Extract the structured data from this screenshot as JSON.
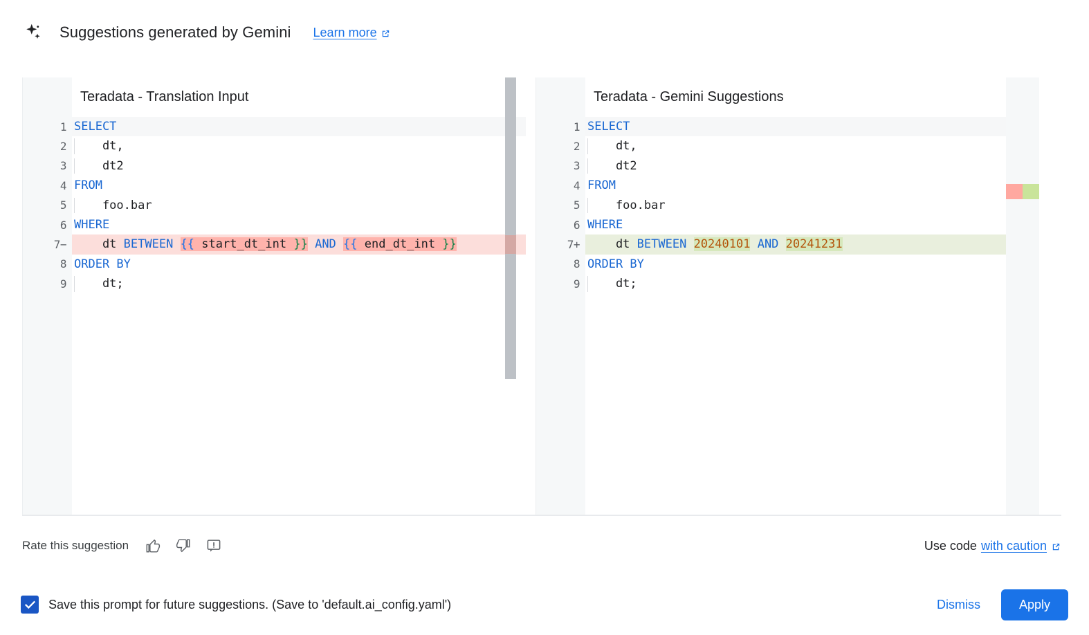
{
  "header": {
    "icon": "sparkle-icon",
    "title": "Suggestions generated by Gemini",
    "learn_more": "Learn more",
    "learn_more_icon": "external-link-icon"
  },
  "diff": {
    "left": {
      "title": "Teradata - Translation Input",
      "lines": [
        {
          "no": "1",
          "marker": "",
          "state": "cur",
          "indent": false,
          "tokens": [
            {
              "t": "SELECT",
              "c": "kw"
            }
          ]
        },
        {
          "no": "2",
          "marker": "",
          "state": "",
          "indent": true,
          "tokens": [
            {
              "t": "    dt,",
              "c": "plain"
            }
          ]
        },
        {
          "no": "3",
          "marker": "",
          "state": "",
          "indent": true,
          "tokens": [
            {
              "t": "    dt2",
              "c": "plain"
            }
          ]
        },
        {
          "no": "4",
          "marker": "",
          "state": "",
          "indent": false,
          "tokens": [
            {
              "t": "FROM",
              "c": "kw"
            }
          ]
        },
        {
          "no": "5",
          "marker": "",
          "state": "",
          "indent": true,
          "tokens": [
            {
              "t": "    foo.bar",
              "c": "plain"
            }
          ]
        },
        {
          "no": "6",
          "marker": "",
          "state": "",
          "indent": false,
          "tokens": [
            {
              "t": "WHERE",
              "c": "kw"
            }
          ]
        },
        {
          "no": "7",
          "marker": "−",
          "state": "del",
          "indent": false,
          "tokens": [
            {
              "t": "    dt ",
              "c": "plain"
            },
            {
              "t": "BETWEEN",
              "c": "kw"
            },
            {
              "t": " ",
              "c": "plain"
            },
            {
              "t": "{{",
              "c": "brace-o",
              "hl": "del"
            },
            {
              "t": " start_dt_int ",
              "c": "plain",
              "hl": "del"
            },
            {
              "t": "}}",
              "c": "brace-c",
              "hl": "del"
            },
            {
              "t": " ",
              "c": "plain"
            },
            {
              "t": "AND",
              "c": "kw"
            },
            {
              "t": " ",
              "c": "plain"
            },
            {
              "t": "{{",
              "c": "brace-o",
              "hl": "del"
            },
            {
              "t": " end_dt_int ",
              "c": "plain",
              "hl": "del"
            },
            {
              "t": "}}",
              "c": "brace-c",
              "hl": "del"
            }
          ]
        },
        {
          "no": "8",
          "marker": "",
          "state": "",
          "indent": false,
          "tokens": [
            {
              "t": "ORDER BY",
              "c": "kw"
            }
          ]
        },
        {
          "no": "9",
          "marker": "",
          "state": "",
          "indent": true,
          "tokens": [
            {
              "t": "    dt;",
              "c": "plain"
            }
          ]
        }
      ]
    },
    "right": {
      "title": "Teradata - Gemini Suggestions",
      "lines": [
        {
          "no": "1",
          "marker": "",
          "state": "cur",
          "indent": false,
          "tokens": [
            {
              "t": "SELECT",
              "c": "kw"
            }
          ]
        },
        {
          "no": "2",
          "marker": "",
          "state": "",
          "indent": true,
          "tokens": [
            {
              "t": "    dt,",
              "c": "plain"
            }
          ]
        },
        {
          "no": "3",
          "marker": "",
          "state": "",
          "indent": true,
          "tokens": [
            {
              "t": "    dt2",
              "c": "plain"
            }
          ]
        },
        {
          "no": "4",
          "marker": "",
          "state": "",
          "indent": false,
          "tokens": [
            {
              "t": "FROM",
              "c": "kw"
            }
          ]
        },
        {
          "no": "5",
          "marker": "",
          "state": "",
          "indent": true,
          "tokens": [
            {
              "t": "    foo.bar",
              "c": "plain"
            }
          ]
        },
        {
          "no": "6",
          "marker": "",
          "state": "",
          "indent": false,
          "tokens": [
            {
              "t": "WHERE",
              "c": "kw"
            }
          ]
        },
        {
          "no": "7",
          "marker": "+",
          "state": "add",
          "indent": false,
          "tokens": [
            {
              "t": "    dt ",
              "c": "plain"
            },
            {
              "t": "BETWEEN",
              "c": "kw"
            },
            {
              "t": " ",
              "c": "plain"
            },
            {
              "t": "20240101",
              "c": "num",
              "hl": "add"
            },
            {
              "t": " ",
              "c": "plain"
            },
            {
              "t": "AND",
              "c": "kw"
            },
            {
              "t": " ",
              "c": "plain"
            },
            {
              "t": "20241231",
              "c": "num",
              "hl": "add"
            }
          ]
        },
        {
          "no": "8",
          "marker": "",
          "state": "",
          "indent": false,
          "tokens": [
            {
              "t": "ORDER BY",
              "c": "kw"
            }
          ]
        },
        {
          "no": "9",
          "marker": "",
          "state": "",
          "indent": true,
          "tokens": [
            {
              "t": "    dt;",
              "c": "plain"
            }
          ]
        }
      ]
    },
    "overview_ruler": {
      "removed_marker_color": "#ffa8a0",
      "added_marker_color": "#c9e49a"
    }
  },
  "rate": {
    "label": "Rate this suggestion",
    "thumb_up_icon": "thumb-up-icon",
    "thumb_down_icon": "thumb-down-icon",
    "report_icon": "report-feedback-icon",
    "caution_prefix": "Use code",
    "caution_link": "with caution",
    "caution_link_icon": "external-link-icon"
  },
  "footer": {
    "checkbox_checked": true,
    "checkbox_label": "Save this prompt for future suggestions. (Save to 'default.ai_config.yaml')",
    "dismiss_label": "Dismiss",
    "apply_label": "Apply"
  },
  "colors": {
    "accent": "#1a73e8",
    "keyword": "#1967d2",
    "number": "#b35309",
    "diff_removed_line": "#fcdedb",
    "diff_removed_word": "#ffb3ac",
    "diff_added_line": "#e9efdd",
    "diff_added_word": "#d6e8bc",
    "checkbox_fill": "#1a56c4"
  }
}
